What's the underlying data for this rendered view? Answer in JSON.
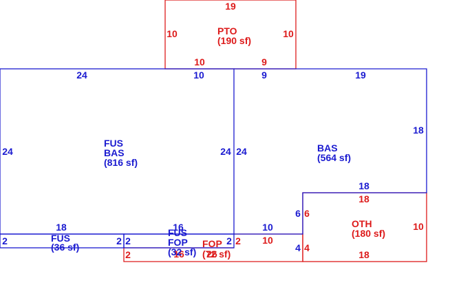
{
  "colors": {
    "blue": "#1a1ad0",
    "red": "#dd1a1a"
  },
  "areas": {
    "pto": {
      "code": "PTO",
      "area": "(190 sf)"
    },
    "fus_bas": {
      "code1": "FUS",
      "code2": "BAS",
      "area": "(816 sf)"
    },
    "bas": {
      "code": "BAS",
      "area": "(564 sf)"
    },
    "oth": {
      "code": "OTH",
      "area": "(180 sf)"
    },
    "fus_small": {
      "code": "FUS",
      "area": "(36 sf)"
    },
    "fus_fop": {
      "code1": "FUS",
      "code2": "FOP",
      "area": "(32 sf)"
    },
    "fop": {
      "code": "FOP",
      "area": "(72 sf)"
    }
  },
  "dims": {
    "pto_top": "19",
    "pto_left": "10",
    "pto_right": "10",
    "pto_bottom_left": "10",
    "pto_bottom_right": "9",
    "fus_top_left": "24",
    "fus_top_right": "10",
    "fus_left": "24",
    "fus_right": "24",
    "bas_top_left": "9",
    "bas_top_right": "19",
    "bas_right": "18",
    "bas_left": "24",
    "bas_bottom": "18",
    "oth_top": "18",
    "oth_left_blue": "6",
    "oth_left_red": "6",
    "oth_right": "10",
    "oth_bottom": "18",
    "oth_left_low_blue": "4",
    "oth_left_low_red": "4",
    "fop_top_blue": "10",
    "fop_top_red": "10",
    "small_top": "18",
    "small_left": "2",
    "small_right": "2",
    "mid_top": "16",
    "mid_left": "2",
    "mid_right": "2",
    "fop_left": "2",
    "fop_right": "2",
    "fop_bottom_a": "16",
    "fop_bottom_b": "26",
    "fop_left_end": "2"
  }
}
